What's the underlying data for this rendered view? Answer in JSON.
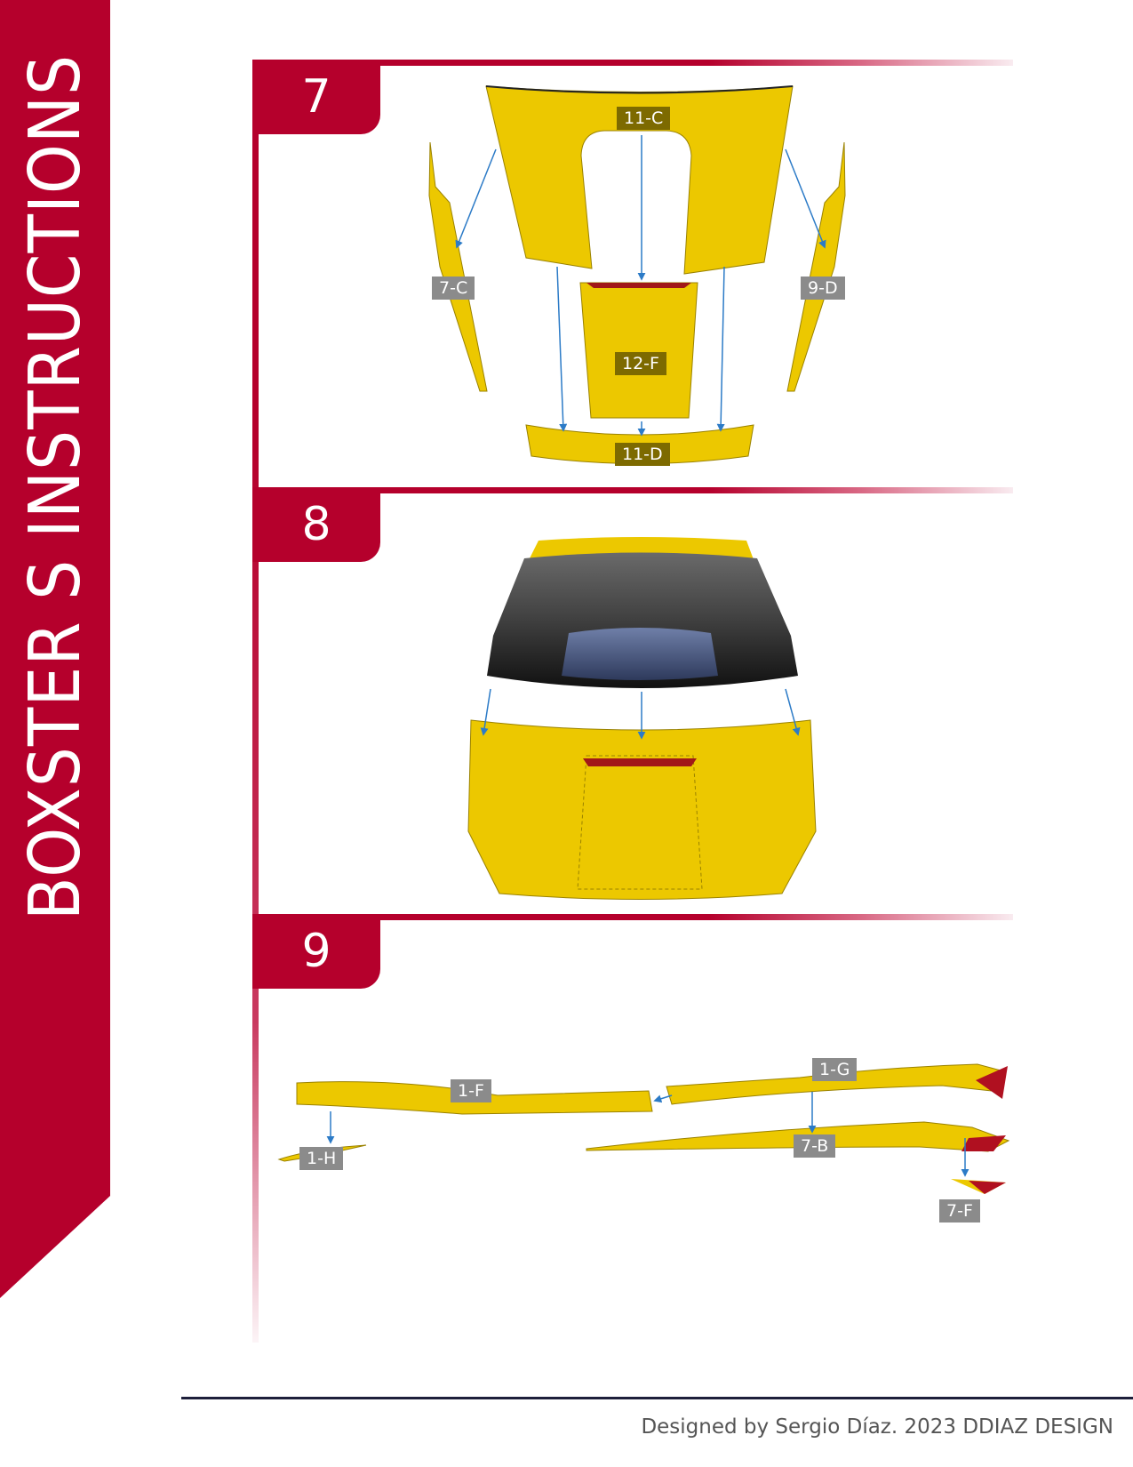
{
  "sidebar": {
    "title": "BOXSTER S INSTRUCTIONS"
  },
  "colors": {
    "brand_red": "#b5002c",
    "part_yellow": "#ecc800",
    "arrow_blue": "#2c7bc7",
    "label_gray": "#8b8b8b",
    "label_olive": "#7d6a00"
  },
  "steps": [
    {
      "number": "7",
      "parts": [
        "11-C",
        "7-C",
        "9-D",
        "12-F",
        "11-D"
      ]
    },
    {
      "number": "8",
      "parts": []
    },
    {
      "number": "9",
      "parts": [
        "1-F",
        "1-G",
        "1-H",
        "7-B",
        "7-F"
      ]
    }
  ],
  "labels": {
    "s7_11c": "11-C",
    "s7_7c": "7-C",
    "s7_9d": "9-D",
    "s7_12f": "12-F",
    "s7_11d": "11-D",
    "s9_1f": "1-F",
    "s9_1g": "1-G",
    "s9_1h": "1-H",
    "s9_7b": "7-B",
    "s9_7f": "7-F"
  },
  "footer": {
    "credit": "Designed by Sergio Díaz. 2023 DDIAZ DESIGN"
  }
}
